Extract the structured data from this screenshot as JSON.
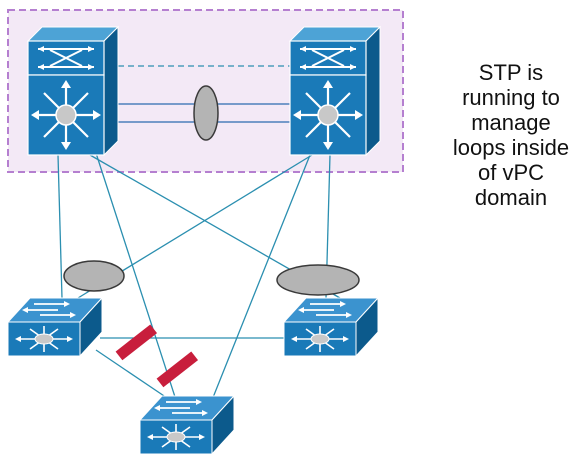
{
  "caption": {
    "lines": [
      "STP is",
      "running to",
      "manage",
      "loops inside",
      "of vPC",
      "domain"
    ]
  },
  "colors": {
    "switch_blue": "#1a7ab8",
    "switch_dark": "#0e5f96",
    "link_line": "#2b8fb0",
    "vpc_domain_border": "#b57fd0",
    "vpc_domain_fill": "#f3e9f6",
    "port_channel_fill": "#b4b4b4",
    "blocked_port": "#c81e3c",
    "caption_text": "#111111"
  },
  "icons": {
    "core_switch": "nexus-core-switch-icon",
    "access_switch": "nexus-access-switch-icon",
    "port_channel": "port-channel-ellipse",
    "blocked_port": "stp-blocked-port-bar"
  }
}
